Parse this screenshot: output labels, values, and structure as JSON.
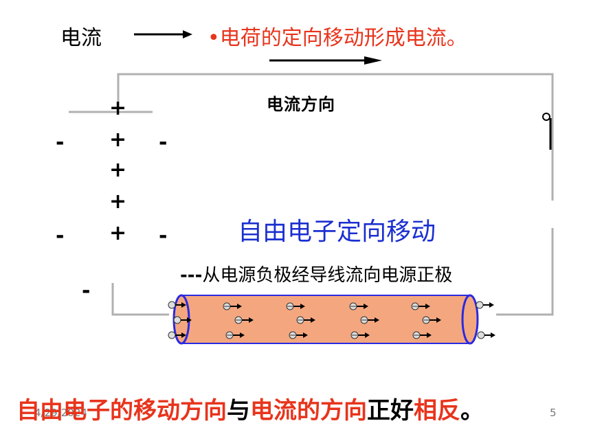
{
  "header": {
    "term": "电流",
    "definition": "•电荷的定向移动形成电流。"
  },
  "diagram": {
    "direction_label": "电流方向",
    "plus_sign": "+",
    "minus_sign": "-",
    "flow_title": "自由电子定向移动",
    "flow_subtitle_dash": "---",
    "flow_subtitle": "从电源负极经导线流向电源正极"
  },
  "conclusion": {
    "part1": "自由电子的移动方向",
    "part2": "与",
    "part3": "电流的方向",
    "part4": "正好",
    "part5": "相反",
    "part6": "。"
  },
  "footer": {
    "date": "4/29/2024",
    "page": "5"
  },
  "colors": {
    "red": "#e8341c",
    "blue": "#1a2fd0",
    "wire": "#b0b0b0",
    "conductor": "#f4a77f"
  }
}
